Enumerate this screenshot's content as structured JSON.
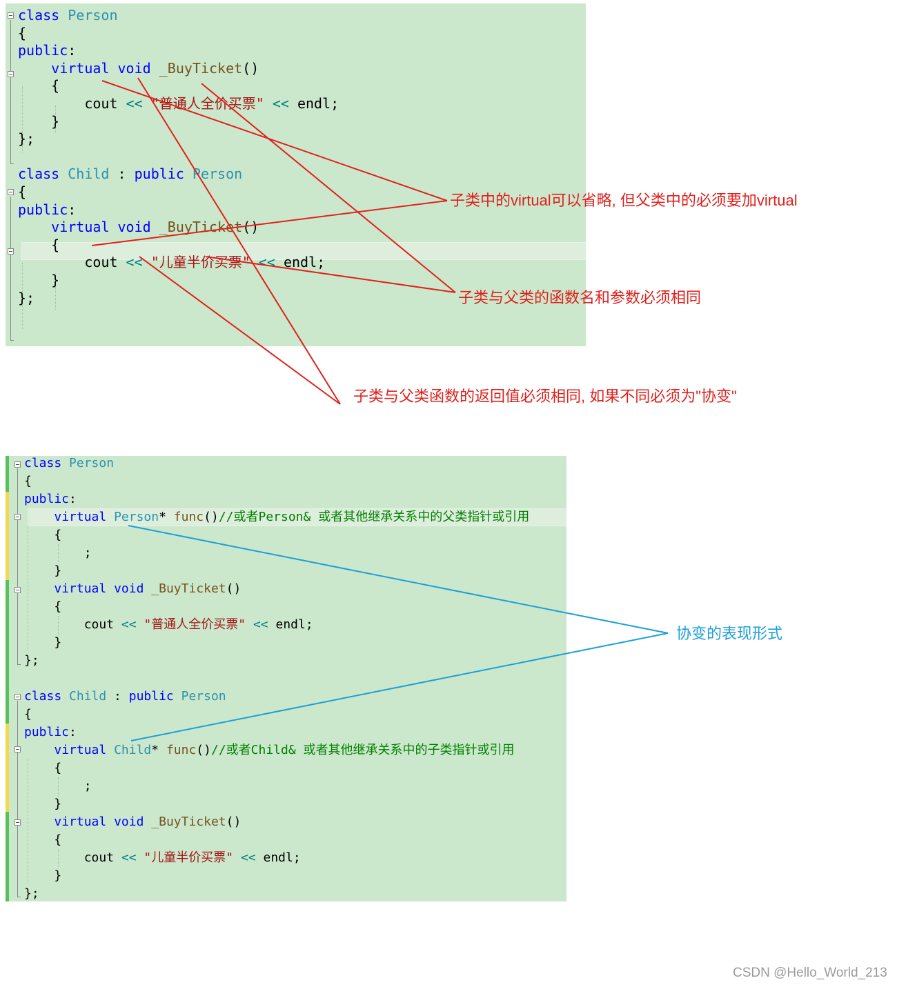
{
  "snippet1": {
    "lines": [
      [
        {
          "t": "class",
          "c": "kw"
        },
        {
          "t": " "
        },
        {
          "t": "Person",
          "c": "ty"
        }
      ],
      [
        {
          "t": "{"
        }
      ],
      [
        {
          "t": "public",
          "c": "kw"
        },
        {
          "t": ":"
        }
      ],
      [
        {
          "t": "    "
        },
        {
          "t": "virtual",
          "c": "kw"
        },
        {
          "t": " "
        },
        {
          "t": "void",
          "c": "kw"
        },
        {
          "t": " "
        },
        {
          "t": "_BuyTicket",
          "c": "fn"
        },
        {
          "t": "()"
        }
      ],
      [
        {
          "t": "    {"
        }
      ],
      [
        {
          "t": "        cout "
        },
        {
          "t": "<<",
          "c": "op"
        },
        {
          "t": " "
        },
        {
          "t": "\"普通人全价买票\"",
          "c": "st"
        },
        {
          "t": " "
        },
        {
          "t": "<<",
          "c": "op"
        },
        {
          "t": " endl;"
        }
      ],
      [
        {
          "t": "    }"
        }
      ],
      [
        {
          "t": "};"
        }
      ],
      [],
      [
        {
          "t": "class",
          "c": "kw"
        },
        {
          "t": " "
        },
        {
          "t": "Child",
          "c": "ty"
        },
        {
          "t": " : "
        },
        {
          "t": "public",
          "c": "kw"
        },
        {
          "t": " "
        },
        {
          "t": "Person",
          "c": "ty"
        }
      ],
      [
        {
          "t": "{"
        }
      ],
      [
        {
          "t": "public",
          "c": "kw"
        },
        {
          "t": ":"
        }
      ],
      [
        {
          "t": "    "
        },
        {
          "t": "virtual",
          "c": "kw"
        },
        {
          "t": " "
        },
        {
          "t": "void",
          "c": "kw"
        },
        {
          "t": " "
        },
        {
          "t": "_BuyTicket",
          "c": "fn"
        },
        {
          "t": "()"
        }
      ],
      [
        {
          "t": "    {"
        }
      ],
      [
        {
          "t": "        cout "
        },
        {
          "t": "<<",
          "c": "op"
        },
        {
          "t": " "
        },
        {
          "t": "\"儿童半价买票\"",
          "c": "st"
        },
        {
          "t": " "
        },
        {
          "t": "<<",
          "c": "op"
        },
        {
          "t": " endl;"
        }
      ],
      [
        {
          "t": "    }"
        }
      ],
      [
        {
          "t": "};"
        }
      ]
    ]
  },
  "snippet2": {
    "lines": [
      [
        {
          "t": "class",
          "c": "kw"
        },
        {
          "t": " "
        },
        {
          "t": "Person",
          "c": "ty"
        }
      ],
      [
        {
          "t": "{"
        }
      ],
      [
        {
          "t": "public",
          "c": "kw"
        },
        {
          "t": ":"
        }
      ],
      [
        {
          "t": "    "
        },
        {
          "t": "virtual",
          "c": "kw"
        },
        {
          "t": " "
        },
        {
          "t": "Person",
          "c": "ty"
        },
        {
          "t": "* "
        },
        {
          "t": "func",
          "c": "fn"
        },
        {
          "t": "()"
        },
        {
          "t": "//或者Person& 或者其他继承关系中的父类指针或引用",
          "c": "cm"
        }
      ],
      [
        {
          "t": "    {"
        }
      ],
      [
        {
          "t": "        ;"
        }
      ],
      [
        {
          "t": "    }"
        }
      ],
      [
        {
          "t": "    "
        },
        {
          "t": "virtual",
          "c": "kw"
        },
        {
          "t": " "
        },
        {
          "t": "void",
          "c": "kw"
        },
        {
          "t": " "
        },
        {
          "t": "_BuyTicket",
          "c": "fn"
        },
        {
          "t": "()"
        }
      ],
      [
        {
          "t": "    {"
        }
      ],
      [
        {
          "t": "        cout "
        },
        {
          "t": "<<",
          "c": "op"
        },
        {
          "t": " "
        },
        {
          "t": "\"普通人全价买票\"",
          "c": "st"
        },
        {
          "t": " "
        },
        {
          "t": "<<",
          "c": "op"
        },
        {
          "t": " endl;"
        }
      ],
      [
        {
          "t": "    }"
        }
      ],
      [
        {
          "t": "};"
        }
      ],
      [],
      [
        {
          "t": "class",
          "c": "kw"
        },
        {
          "t": " "
        },
        {
          "t": "Child",
          "c": "ty"
        },
        {
          "t": " : "
        },
        {
          "t": "public",
          "c": "kw"
        },
        {
          "t": " "
        },
        {
          "t": "Person",
          "c": "ty"
        }
      ],
      [
        {
          "t": "{"
        }
      ],
      [
        {
          "t": "public",
          "c": "kw"
        },
        {
          "t": ":"
        }
      ],
      [
        {
          "t": "    "
        },
        {
          "t": "virtual",
          "c": "kw"
        },
        {
          "t": " "
        },
        {
          "t": "Child",
          "c": "ty"
        },
        {
          "t": "* "
        },
        {
          "t": "func",
          "c": "fn"
        },
        {
          "t": "()"
        },
        {
          "t": "//或者Child& 或者其他继承关系中的子类指针或引用",
          "c": "cm"
        }
      ],
      [
        {
          "t": "    {"
        }
      ],
      [
        {
          "t": "        ;"
        }
      ],
      [
        {
          "t": "    }"
        }
      ],
      [
        {
          "t": "    "
        },
        {
          "t": "virtual",
          "c": "kw"
        },
        {
          "t": " "
        },
        {
          "t": "void",
          "c": "kw"
        },
        {
          "t": " "
        },
        {
          "t": "_BuyTicket",
          "c": "fn"
        },
        {
          "t": "()"
        }
      ],
      [
        {
          "t": "    {"
        }
      ],
      [
        {
          "t": "        cout "
        },
        {
          "t": "<<",
          "c": "op"
        },
        {
          "t": " "
        },
        {
          "t": "\"儿童半价买票\"",
          "c": "st"
        },
        {
          "t": " "
        },
        {
          "t": "<<",
          "c": "op"
        },
        {
          "t": " endl;"
        }
      ],
      [
        {
          "t": "    }"
        }
      ],
      [
        {
          "t": "};"
        }
      ]
    ]
  },
  "annotations": {
    "virtual_note": "子类中的virtual可以省略, 但父类中的必须要加virtual",
    "name_note": "子类与父类的函数名和参数必须相同",
    "return_note": "子类与父类函数的返回值必须相同, 如果不同必须为\"协变\"",
    "covariance_note": "协变的表现形式"
  },
  "colors": {
    "editor_bg": "#cce8cc",
    "keyword": "#0000ff",
    "type": "#2b91af",
    "string": "#a31515",
    "operator": "#008080",
    "function": "#74531f",
    "comment": "#008000",
    "annotation_red": "#e0201c",
    "annotation_blue": "#1a9fd9",
    "gutter_green": "#57c15c",
    "gutter_yellow": "#f2d84f"
  },
  "watermark": "CSDN @Hello_World_213"
}
